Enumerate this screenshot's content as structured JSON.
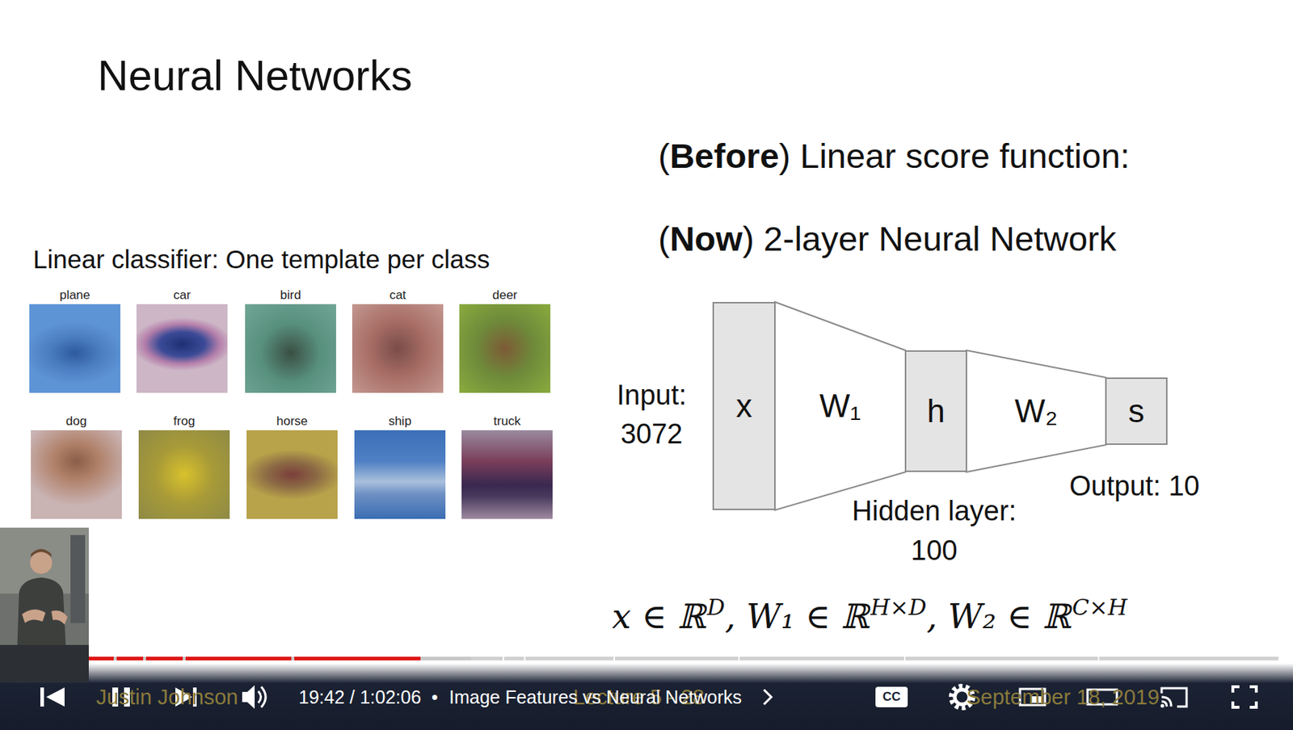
{
  "diagram": {
    "title": "Neural Networks",
    "nodes": [
      {
        "text": [
          "plane"
        ]
      },
      {
        "text": [
          "car"
        ]
      },
      {
        "text": [
          "bird"
        ]
      },
      {
        "text": [
          "cat"
        ]
      },
      {
        "text": [
          "deer"
        ]
      },
      {
        "text": [
          "dog"
        ]
      },
      {
        "text": [
          "frog"
        ]
      },
      {
        "text": [
          "horse"
        ]
      },
      {
        "text": [
          "ship"
        ]
      },
      {
        "text": [
          "truck"
        ]
      },
      {
        "text": [
          "x"
        ]
      },
      {
        "text": [
          "W₁"
        ]
      },
      {
        "text": [
          "h"
        ]
      },
      {
        "text": [
          "W₂"
        ]
      },
      {
        "text": [
          "s"
        ]
      }
    ],
    "labels": [
      "(Before) Linear score function:",
      "(Now) 2-layer Neural Network",
      "Linear classifier: One template per class",
      "Input: 3072",
      "Hidden layer: 100",
      "Output: 10",
      "x ∈ ℝ",
      "D",
      ", W₁ ∈ ℝ",
      "H×D",
      ", W₂ ∈ ℝ",
      "C×H",
      "Justin Johnson",
      "Lecture 5 - 28",
      "September 18, 2019",
      "19:42 / 1:02:06",
      "•",
      "Image Features vs Neural Networks",
      "CC"
    ]
  }
}
